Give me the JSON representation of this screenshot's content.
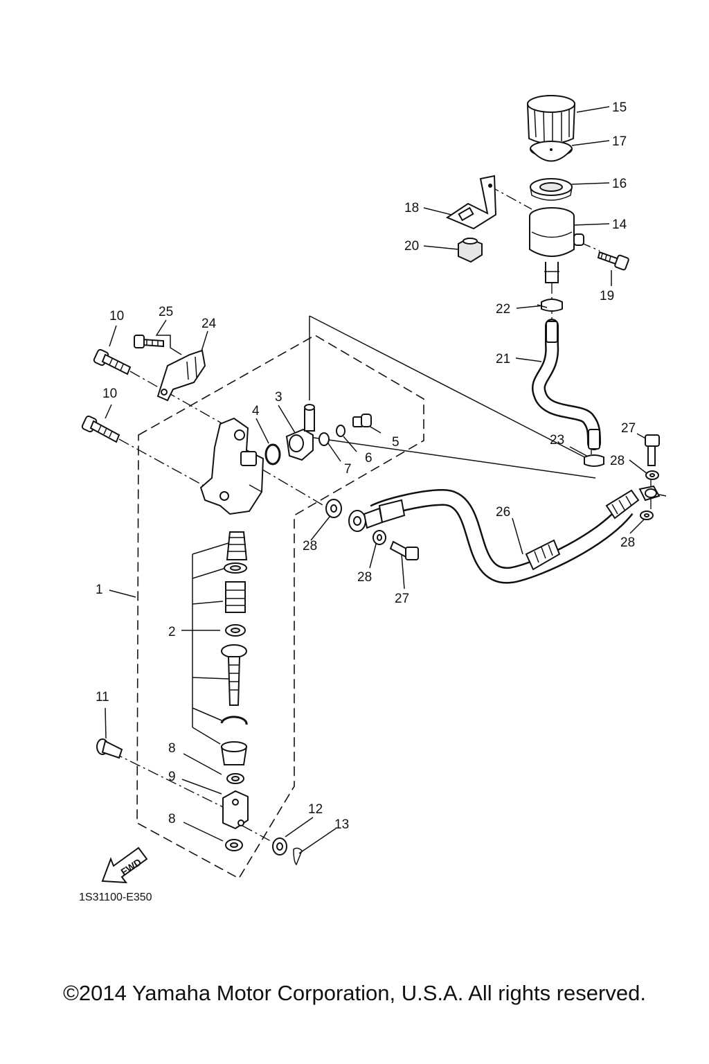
{
  "callouts": {
    "c1": "1",
    "c2": "2",
    "c3": "3",
    "c4": "4",
    "c5": "5",
    "c6": "6",
    "c7": "7",
    "c8a": "8",
    "c8b": "8",
    "c9": "9",
    "c10a": "10",
    "c10b": "10",
    "c11": "11",
    "c12": "12",
    "c13": "13",
    "c14": "14",
    "c15": "15",
    "c16": "16",
    "c17": "17",
    "c18": "18",
    "c19": "19",
    "c20": "20",
    "c21": "21",
    "c22": "22",
    "c23": "23",
    "c24": "24",
    "c25": "25",
    "c26": "26",
    "c27a": "27",
    "c27b": "27",
    "c28a": "28",
    "c28b": "28",
    "c28c": "28",
    "c28d": "28"
  },
  "direction_arrow": {
    "label": "FWD",
    "icon": "fwd-arrow-icon"
  },
  "diagram_code": "1S31100-E350",
  "copyright": "©2014 Yamaha Motor Corporation, U.S.A. All rights reserved."
}
